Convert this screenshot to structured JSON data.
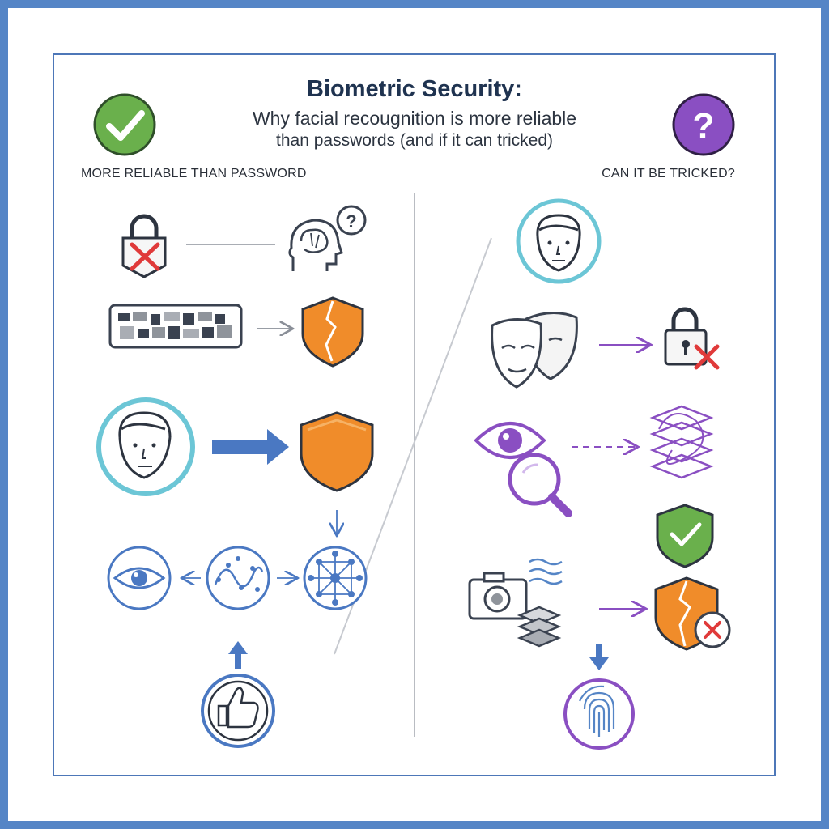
{
  "header": {
    "title": "Biometric Security:",
    "subtitle_line1": "Why facial recougnition is more reliable",
    "subtitle_line2": "than passwords (and if it can tricked)"
  },
  "left_column": {
    "label": "MORE RELIABLE THAN PASSWORD",
    "badge_icon": "checkmark-icon",
    "icons": [
      "padlock-crossed-icon",
      "brain-question-icon",
      "scrambled-password-icon",
      "cracked-shield-icon",
      "face-icon",
      "shield-icon",
      "eye-icon",
      "neural-wave-icon",
      "network-node-icon",
      "thumbs-up-icon"
    ]
  },
  "right_column": {
    "label": "CAN IT BE TRICKED?",
    "badge_icon": "question-mark-icon",
    "badge_text": "?",
    "icons": [
      "face-icon",
      "masks-icon",
      "padlock-crossed-icon",
      "eye-magnifier-icon",
      "distorted-layers-icon",
      "check-shield-icon",
      "camera-icon",
      "layers-icon",
      "cracked-shield-x-icon",
      "fingerprint-icon"
    ]
  },
  "colors": {
    "frame": "#5585c6",
    "green": "#6ab04c",
    "purple": "#8a4fc2",
    "orange": "#f08c2a",
    "blue": "#4a78c2",
    "red": "#e03a3a",
    "teal": "#6cc6d6"
  }
}
